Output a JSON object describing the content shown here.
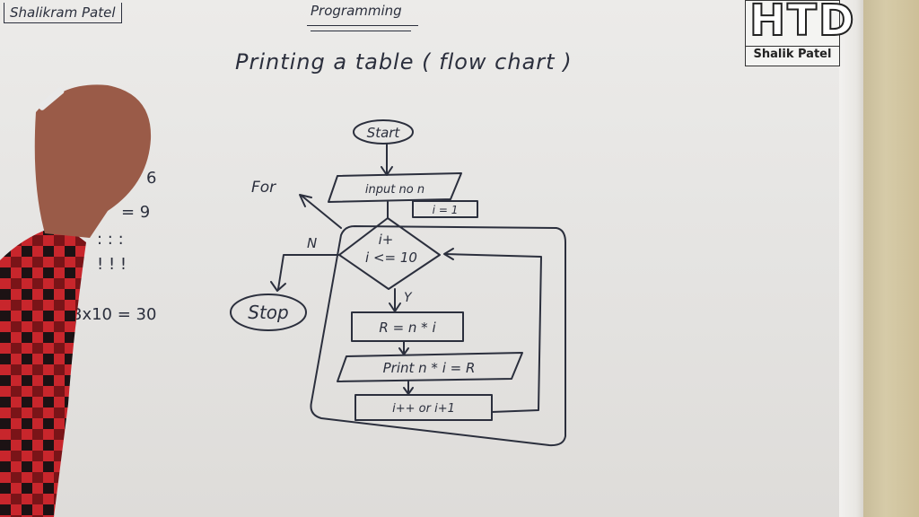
{
  "board": {
    "author": "Shalikram Patel",
    "subject": "Programming",
    "heading": "Printing  a  table  ( flow chart )"
  },
  "logo": {
    "mark": "HTD",
    "name": "Shalik Patel"
  },
  "side_notes": {
    "n6": "6",
    "eq9": "= 9",
    "dots1": ":   : :",
    "dots2": "!   ! !",
    "last": "3x10  =  30"
  },
  "flowchart": {
    "start": "Start",
    "input": "input  no  n",
    "init": "i = 1",
    "for_label": "For",
    "cond_line1": "i+",
    "cond_line2": "i <= 10",
    "no_label": "N",
    "yes_label": "Y",
    "stop": "Stop",
    "process": "R =  n * i",
    "output": "Print   n * i  =  R",
    "increment": "i++ or i+1"
  }
}
